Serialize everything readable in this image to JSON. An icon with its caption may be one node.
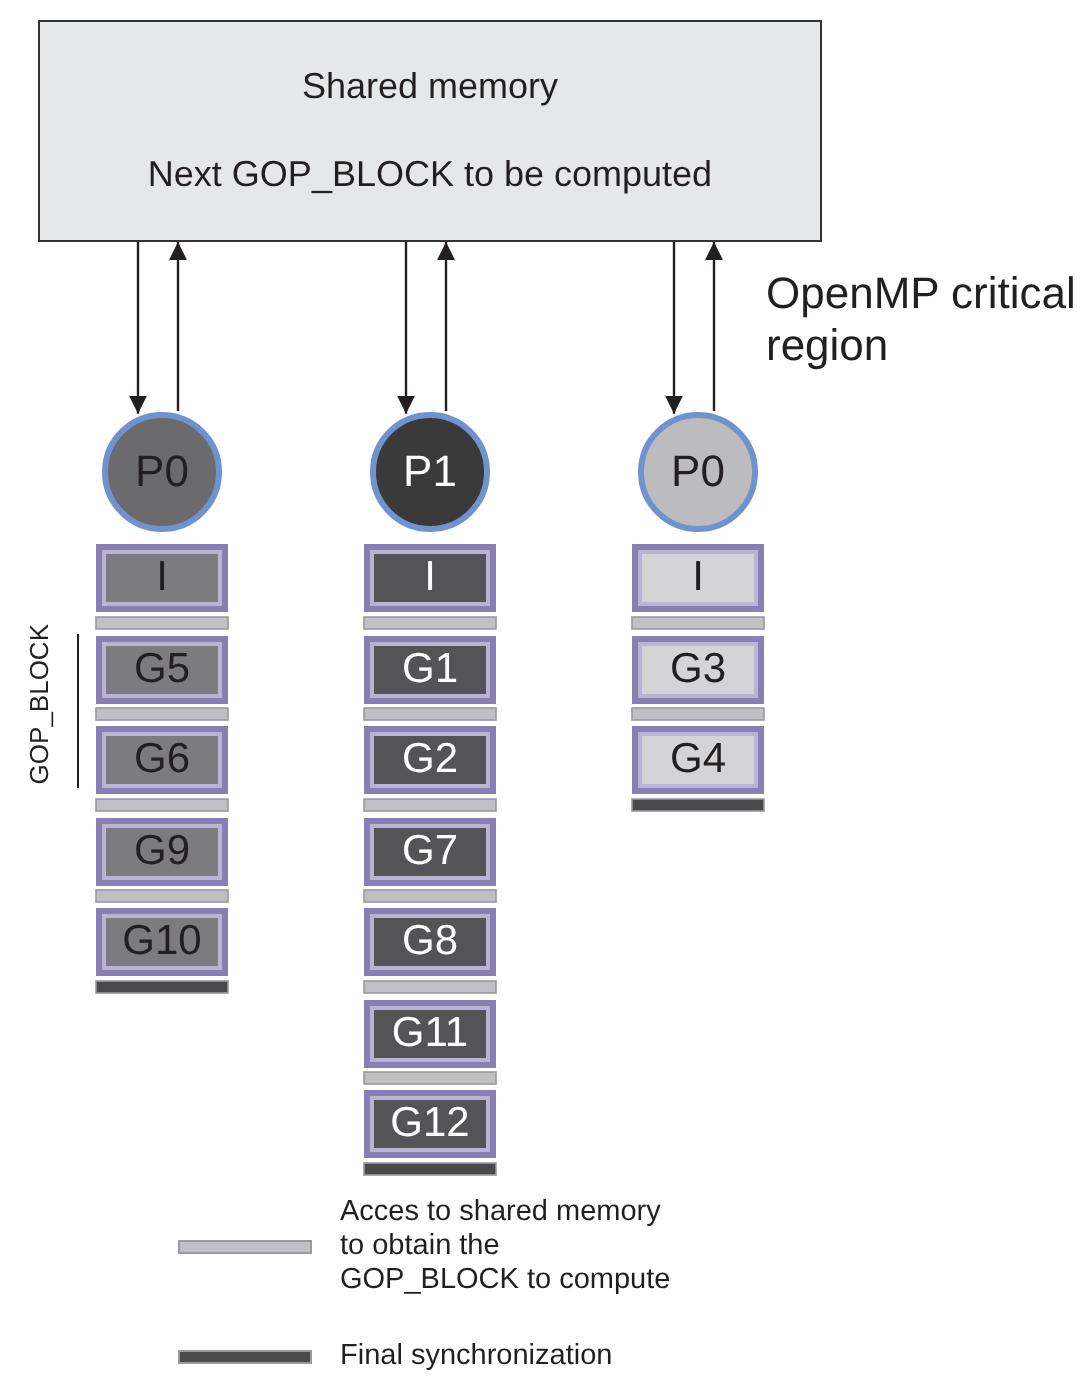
{
  "diagram": {
    "nodes": [
      {
        "text": [
          "Shared memory",
          "Next GOP_BLOCK to be computed"
        ]
      },
      {
        "text": [
          "P0"
        ]
      },
      {
        "text": [
          "P1"
        ]
      },
      {
        "text": [
          "P0"
        ]
      },
      {
        "text": [
          "I"
        ]
      },
      {
        "text": [
          "G5"
        ]
      },
      {
        "text": [
          "G6"
        ]
      },
      {
        "text": [
          "G9"
        ]
      },
      {
        "text": [
          "G10"
        ]
      },
      {
        "text": [
          "I"
        ]
      },
      {
        "text": [
          "G1"
        ]
      },
      {
        "text": [
          "G2"
        ]
      },
      {
        "text": [
          "G7"
        ]
      },
      {
        "text": [
          "G8"
        ]
      },
      {
        "text": [
          "G11"
        ]
      },
      {
        "text": [
          "G12"
        ]
      },
      {
        "text": [
          "I"
        ]
      },
      {
        "text": [
          "G3"
        ]
      },
      {
        "text": [
          "G4"
        ]
      }
    ],
    "edges": [
      {
        "from": 0,
        "to": 1,
        "arrow": "to"
      },
      {
        "from": 1,
        "to": 0,
        "arrow": "to"
      },
      {
        "from": 0,
        "to": 2,
        "arrow": "to"
      },
      {
        "from": 2,
        "to": 0,
        "arrow": "to"
      },
      {
        "from": 0,
        "to": 3,
        "arrow": "to"
      },
      {
        "from": 3,
        "to": 0,
        "arrow": "to"
      }
    ],
    "labels": [
      "OpenMP critical region",
      "GOP_BLOCK"
    ],
    "legend": [
      {
        "text": "Acces to shared memory to obtain the GOP_BLOCK to compute",
        "color": "#c0c0c4"
      },
      {
        "text": "Final synchronization",
        "color": "#4a4a4c"
      }
    ]
  }
}
